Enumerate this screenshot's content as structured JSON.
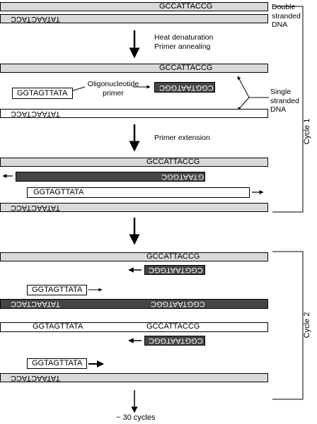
{
  "labels": {
    "double_stranded": [
      "Double",
      "stranded",
      "DNA"
    ],
    "heat_denaturation": "Heat denaturation",
    "primer_annealing": "Primer annealing",
    "oligo": [
      "Oligonucleotide",
      "primer"
    ],
    "single_stranded": [
      "Single",
      "stranded",
      "DNA"
    ],
    "primer_extension": "Primer extension",
    "cycle1": "Cycle 1",
    "cycle2": "Cycle 2",
    "thirty_cycles": "~ 30 cycles"
  },
  "sequences": {
    "top": "GCCATTACCG",
    "bottom": "TATAACTACC",
    "fwd_primer": "GGTAGTTATA",
    "rev_primer": "CGGTAATGGC"
  },
  "colors": {
    "template": "#d9d9d9",
    "new_strand": "#454545",
    "primer": "#ffffff",
    "line": "#000000"
  }
}
